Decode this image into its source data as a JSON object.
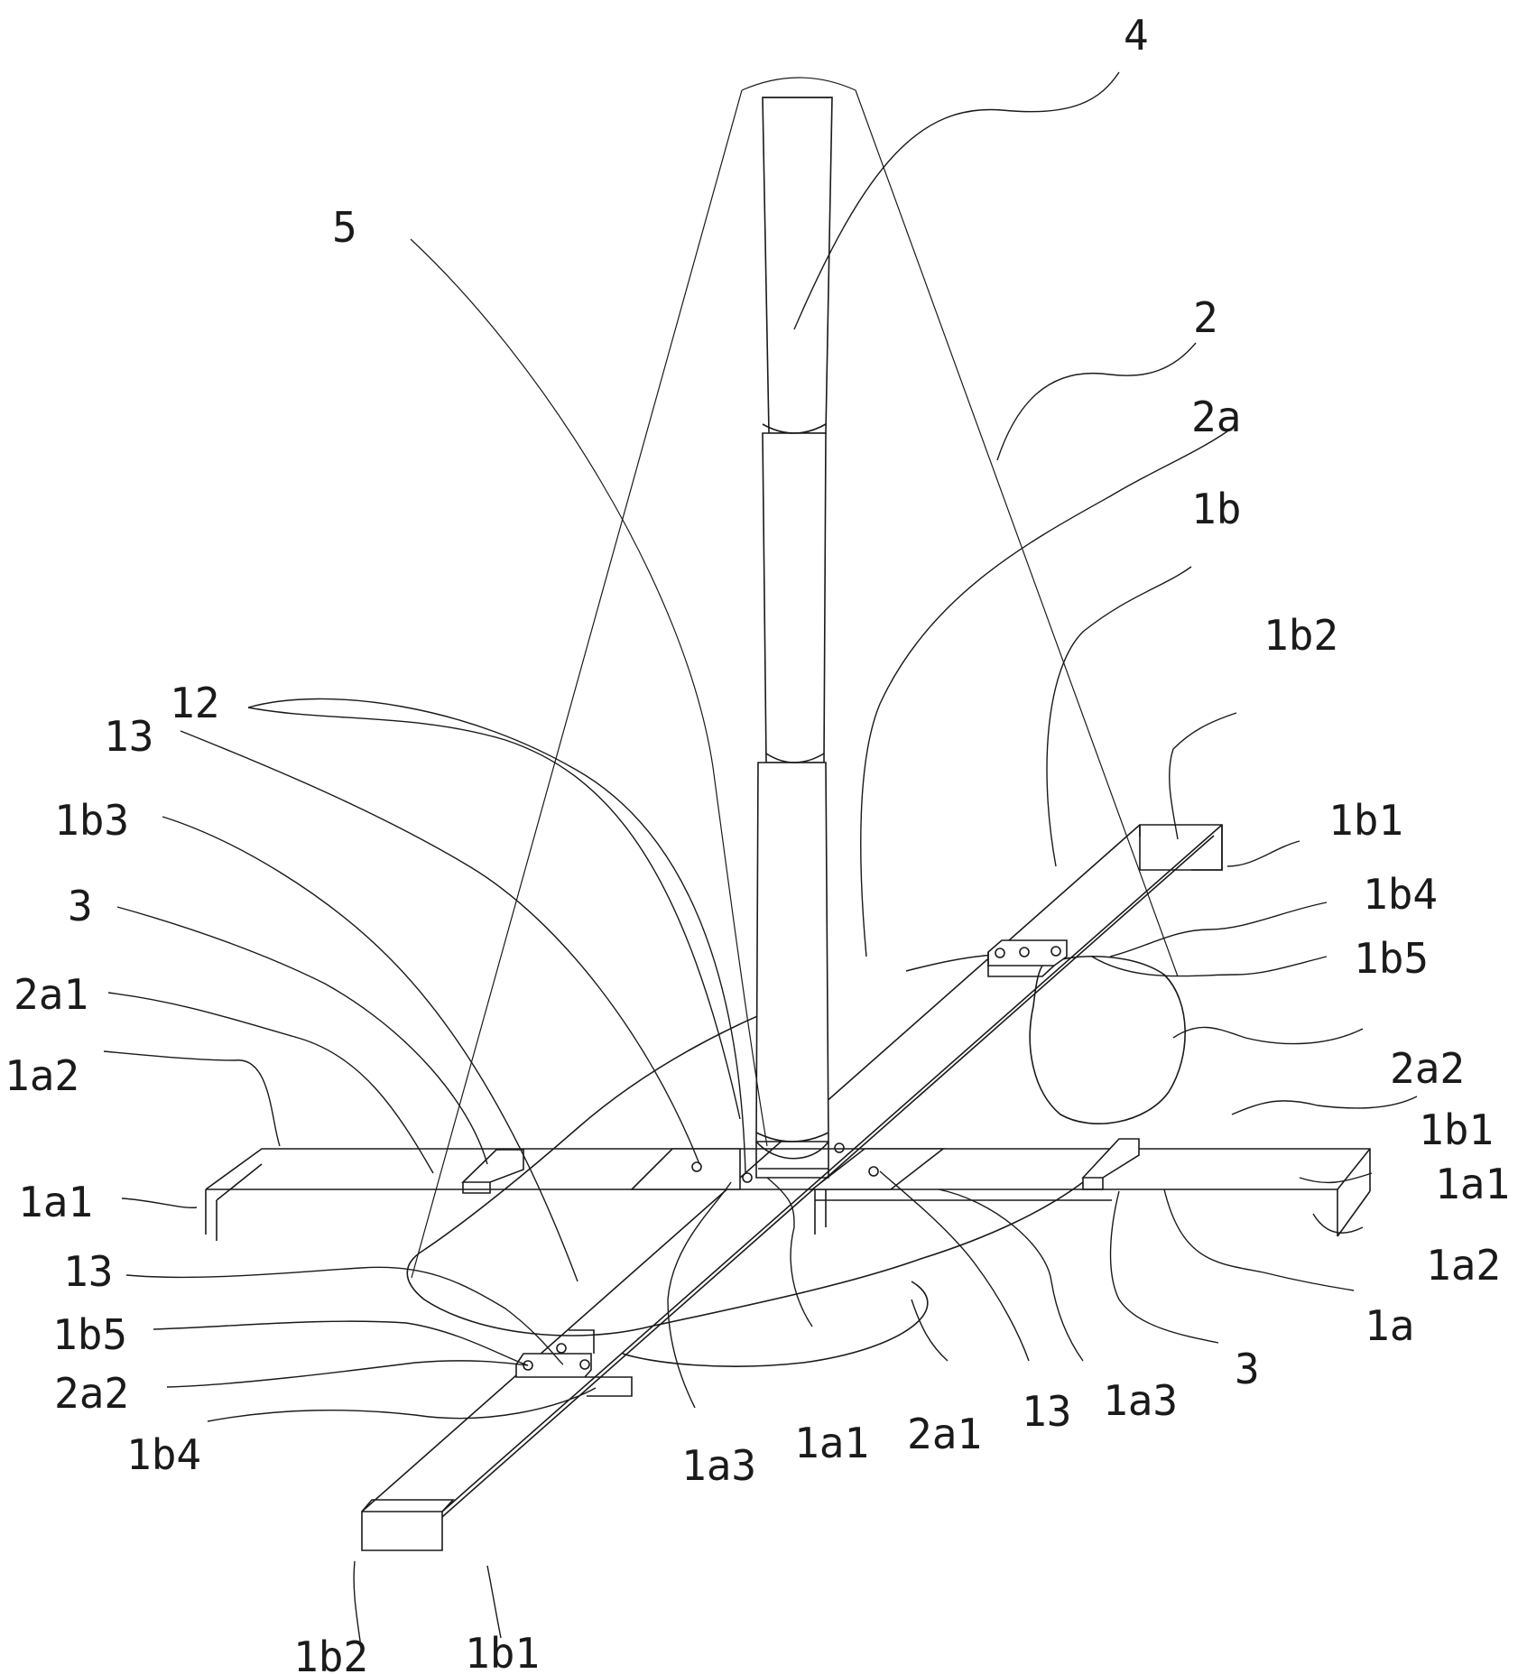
{
  "labels": {
    "l4": "4",
    "l5": "5",
    "l2": "2",
    "l2a": "2a",
    "l1b": "1b",
    "l1b2_top": "1b2",
    "l12": "12",
    "l13_tl": "13",
    "l1b3": "1b3",
    "l1b1_tr": "1b1",
    "l3_left": "3",
    "l1b4_right": "1b4",
    "l1b5_right": "1b5",
    "l2a1_left": "2a1",
    "l2a2_right": "2a2",
    "l1a2_left": "1a2",
    "l1b1_mid": "1b1",
    "l1a1_left": "1a1",
    "l1a1_right": "1a1",
    "l1a2_right": "1a2",
    "l13_left": "13",
    "l1a": "1a",
    "l1b5_left": "1b5",
    "l3_right": "3",
    "l2a2_left": "2a2",
    "l1b4_left": "1b4",
    "l1a3_bottom": "1a3",
    "l1a1_bottom": "1a1",
    "l2a1_bottom": "2a1",
    "l13_bottom": "13",
    "l1a3_right": "1a3",
    "l1b2_bottom": "1b2",
    "l1b1_bottom": "1b1"
  }
}
